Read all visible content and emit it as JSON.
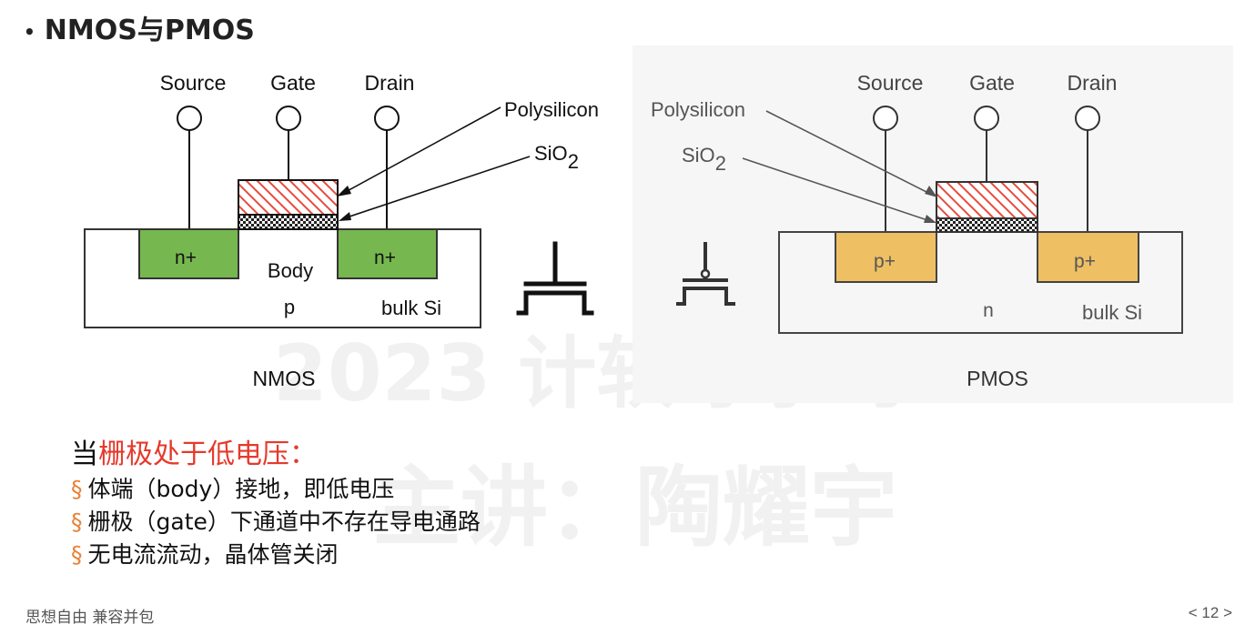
{
  "slide": {
    "title": "NMOS与PMOS",
    "watermark_top": "2023 计软导学习",
    "watermark_bottom": "主讲：陶耀宇"
  },
  "nmos": {
    "source": "Source",
    "gate": "Gate",
    "drain": "Drain",
    "polysilicon": "Polysilicon",
    "sio2_base": "SiO",
    "sio2_sub": "2",
    "source_region": "n+",
    "drain_region": "n+",
    "body_label": "Body",
    "body_type": "p",
    "bulk": "bulk Si",
    "caption": "NMOS"
  },
  "pmos": {
    "source": "Source",
    "gate": "Gate",
    "drain": "Drain",
    "polysilicon": "Polysilicon",
    "sio2_base": "SiO",
    "sio2_sub": "2",
    "source_region": "p+",
    "drain_region": "p+",
    "body_type": "n",
    "bulk": "bulk Si",
    "caption": "PMOS"
  },
  "colors": {
    "n_region": "#77b74f",
    "p_region": "#eebf63",
    "gate_hatch": "#e74b3c",
    "accent_red": "#e53a2c",
    "bullet_orange": "#e8833a"
  },
  "notes": {
    "heading_prefix": "当",
    "heading_highlight": "栅极处于低电压",
    "heading_suffix": "：",
    "bullet_mark": "§",
    "items": [
      "体端（body）接地，即低电压",
      "栅极（gate）下通道中不存在导电通路",
      "无电流流动，晶体管关闭"
    ]
  },
  "footer": {
    "motto": "思想自由 兼容并包",
    "page": "< 12 >"
  }
}
